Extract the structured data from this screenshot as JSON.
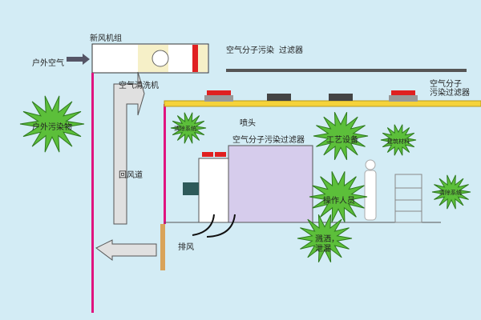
{
  "labels": {
    "ahu": "新风机组",
    "outdoor_air": "户外空气",
    "amc_filter_top": "空气分子污染",
    "filter_top": "过滤器",
    "air_washer": "空气清洗机",
    "amc_filter_right_1": "空气分子",
    "amc_filter_right_2": "污染过滤器",
    "outdoor_pollutant": "户外污染物",
    "nozzle": "喷头",
    "return_duct": "回风道",
    "amc_filter_mid": "空气分子污染过滤器",
    "process_equipment": "工艺设备",
    "building_materials": "建筑材料",
    "cleaning_system_left": "清除系统",
    "cleaning_system_right": "清除系统",
    "operator": "操作人员",
    "spill_1": "溅洒，",
    "spill_2": "泄漏",
    "exhaust": "排风"
  },
  "colors": {
    "background": "#d3ecf5",
    "burst": "#5cbf3a",
    "pipe": "#e0137f",
    "ceiling": "#f5d33a",
    "filter": "#e02020"
  }
}
